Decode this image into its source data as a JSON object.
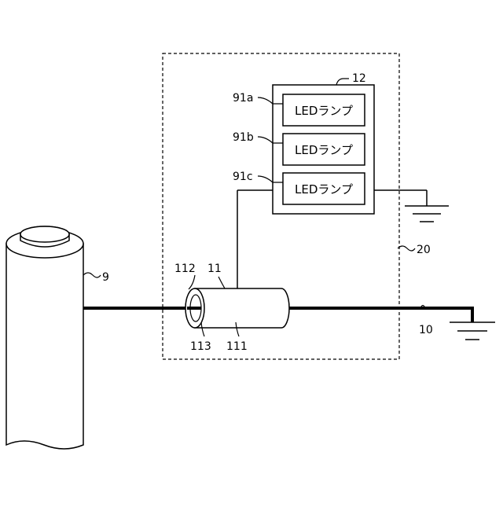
{
  "labels": {
    "pole": "9",
    "wire": "10",
    "clamp": "11",
    "unit": "12",
    "box": "20",
    "part_111": "111",
    "part_112": "112",
    "part_113": "113",
    "lamp_a_ref": "91a",
    "lamp_b_ref": "91b",
    "lamp_c_ref": "91c"
  },
  "lamps": [
    {
      "label": "LEDランプ"
    },
    {
      "label": "LEDランプ"
    },
    {
      "label": "LEDランプ"
    }
  ]
}
